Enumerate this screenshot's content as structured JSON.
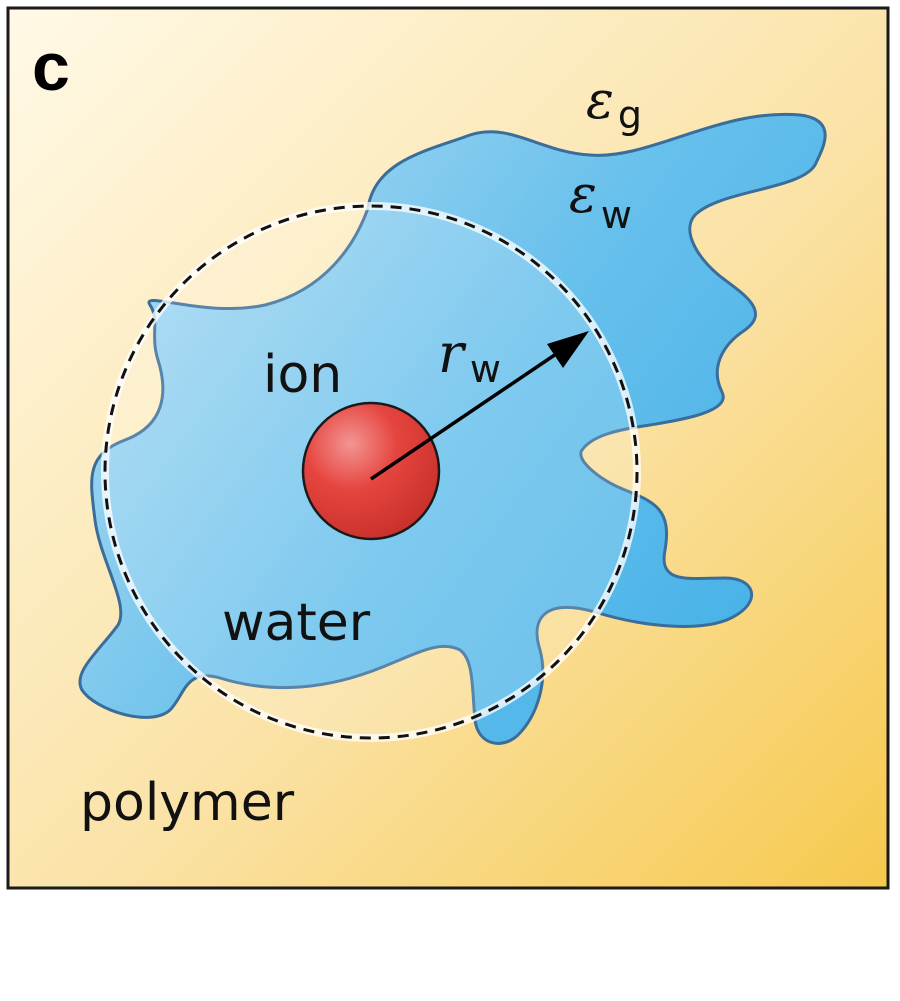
{
  "panel_label": "c",
  "labels": {
    "polymer": "polymer",
    "water": "water",
    "ion": "ion",
    "eps_g_symbol": "ε",
    "eps_g_subscript": "g",
    "eps_w_symbol": "ε",
    "eps_w_subscript": "w",
    "radius_symbol": "r",
    "radius_subscript": "w"
  },
  "colors": {
    "polymer_light": "#fdf3d6",
    "polymer_dark": "#f6c94e",
    "water_light": "#a9d8f2",
    "water_dark": "#4fb6e8",
    "water_outline": "#3a6d99",
    "ion_fill": "#e0403a",
    "ion_highlight": "#f18a86",
    "frame": "#1a1a1a"
  }
}
